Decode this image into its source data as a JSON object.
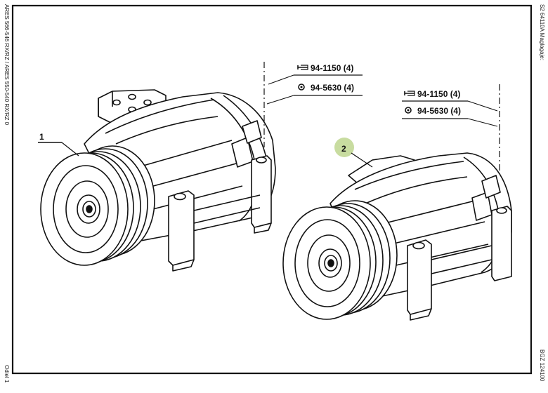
{
  "margins": {
    "left_top": "ARES 566-546 RX/RZ / ARES 550-540 RX/RZ 0",
    "left_bottom": "Odiel 1",
    "right_top": "S2 64110A  Maglagaje:",
    "right_bottom": "BGZ 124100"
  },
  "callouts": {
    "item1": "1",
    "item2": "2"
  },
  "references": {
    "group1": {
      "ref_a": "94-1150 (4)",
      "ref_b": "94-5630 (4)"
    },
    "group2": {
      "ref_a": "94-1150 (4)",
      "ref_b": "94-5630 (4)"
    }
  },
  "colors": {
    "line": "#111111",
    "frame": "#111111",
    "highlight": "#c8dca0"
  },
  "icons": {
    "torque": "wrench-torque-icon",
    "lock": "thread-lock-icon"
  }
}
